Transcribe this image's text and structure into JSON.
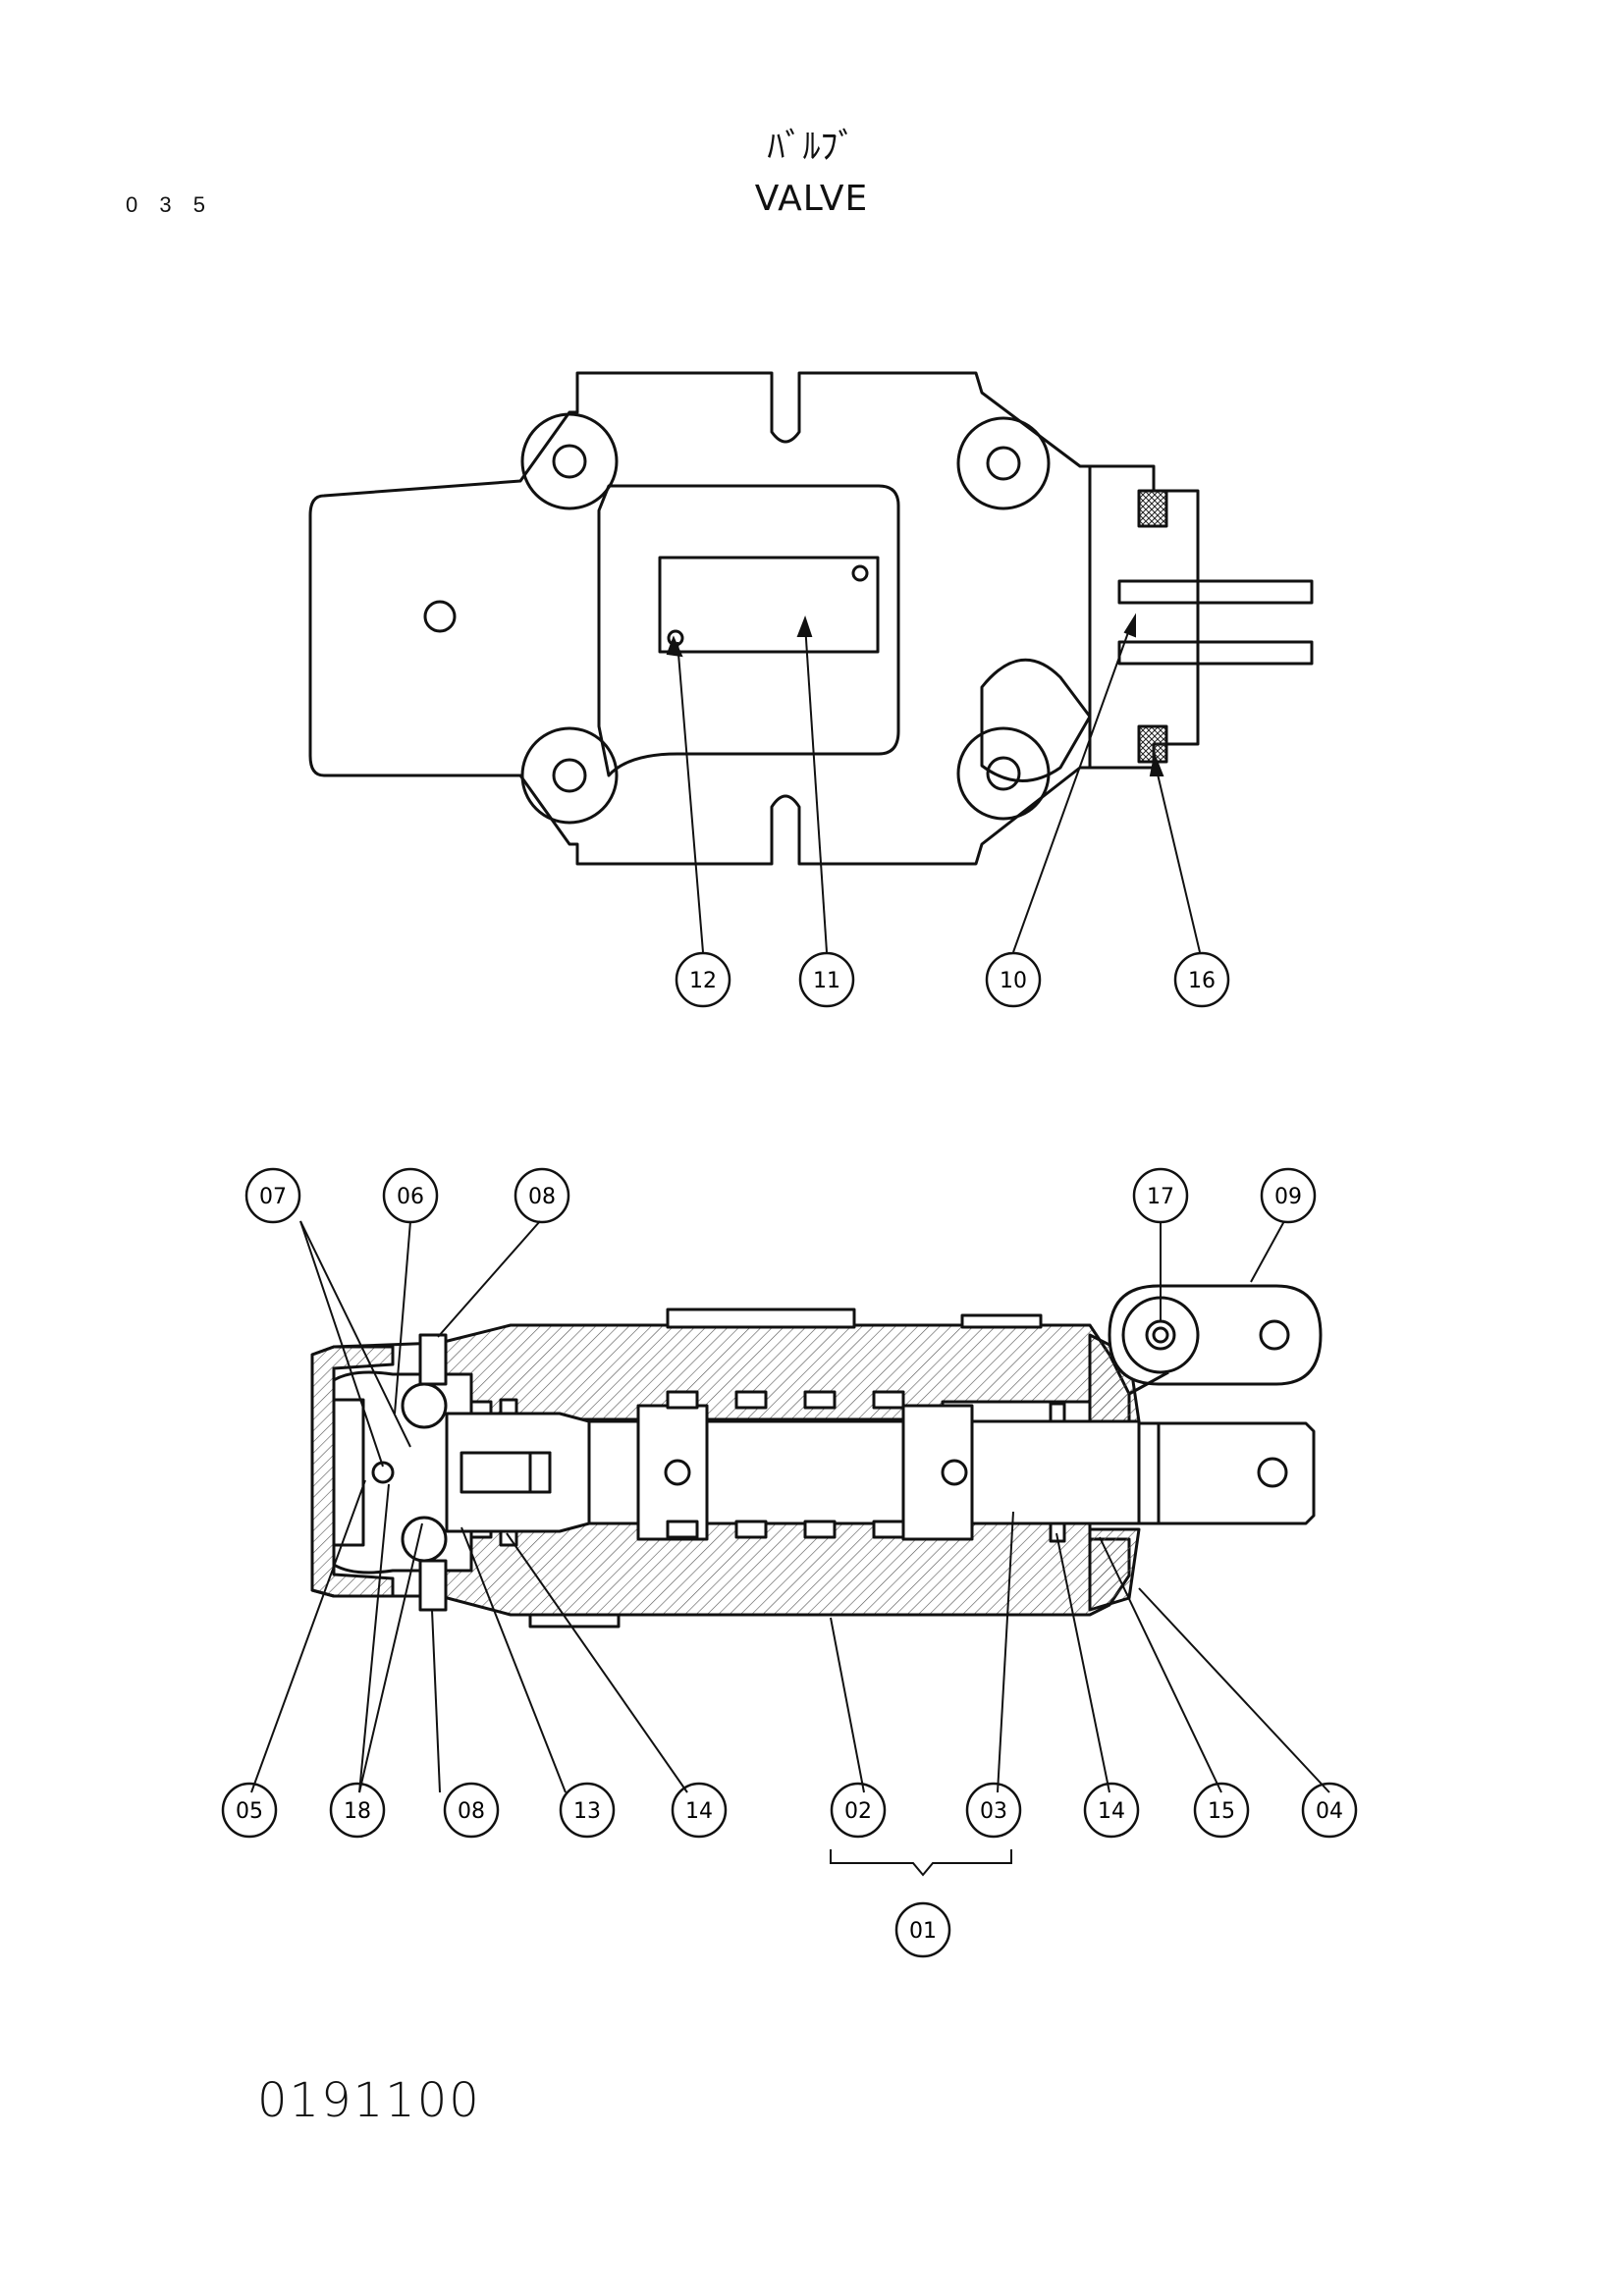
{
  "header": {
    "page_number": "0 3 5",
    "title_jp": "ﾊﾞﾙﾌﾞ",
    "title_en": "VALVE"
  },
  "top_view": {
    "callouts": [
      {
        "id": "12",
        "label": "12"
      },
      {
        "id": "11",
        "label": "11"
      },
      {
        "id": "10",
        "label": "10"
      },
      {
        "id": "16",
        "label": "16"
      }
    ]
  },
  "section_view": {
    "callouts_top": [
      {
        "id": "07",
        "label": "07"
      },
      {
        "id": "06",
        "label": "06"
      },
      {
        "id": "08a",
        "label": "08"
      },
      {
        "id": "17",
        "label": "17"
      },
      {
        "id": "09",
        "label": "09"
      }
    ],
    "callouts_bottom": [
      {
        "id": "05",
        "label": "05"
      },
      {
        "id": "18",
        "label": "18"
      },
      {
        "id": "08b",
        "label": "08"
      },
      {
        "id": "13",
        "label": "13"
      },
      {
        "id": "14a",
        "label": "14"
      },
      {
        "id": "02",
        "label": "02"
      },
      {
        "id": "03",
        "label": "03"
      },
      {
        "id": "14b",
        "label": "14"
      },
      {
        "id": "15",
        "label": "15"
      },
      {
        "id": "04",
        "label": "04"
      }
    ],
    "assembly_callout": {
      "id": "01",
      "label": "01"
    }
  },
  "footer": {
    "drawing_number": "0191100"
  }
}
